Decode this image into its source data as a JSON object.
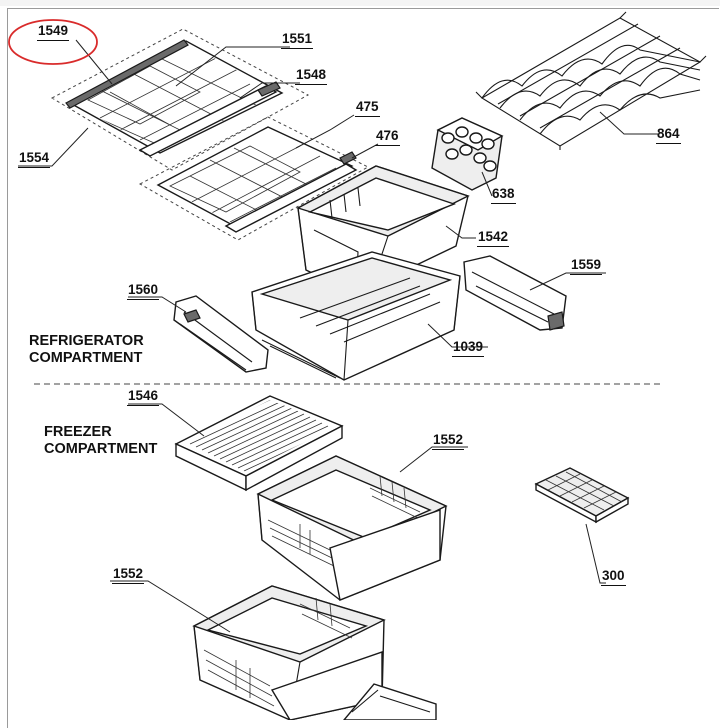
{
  "parts": {
    "p1549": "1549",
    "p1551": "1551",
    "p1548": "1548",
    "p475": "475",
    "p476": "476",
    "p1554": "1554",
    "p864": "864",
    "p638": "638",
    "p1542": "1542",
    "p1559": "1559",
    "p1560": "1560",
    "p1039": "1039",
    "p1546": "1546",
    "p1552a": "1552",
    "p1552b": "1552",
    "p300": "300"
  },
  "sections": {
    "refrigerator_line1": "REFRIGERATOR",
    "refrigerator_line2": "COMPARTMENT",
    "freezer_line1": "FREEZER",
    "freezer_line2": "COMPARTMENT"
  },
  "colors": {
    "highlight_circle": "#d92b2b",
    "line_art": "#1a1a1a"
  }
}
